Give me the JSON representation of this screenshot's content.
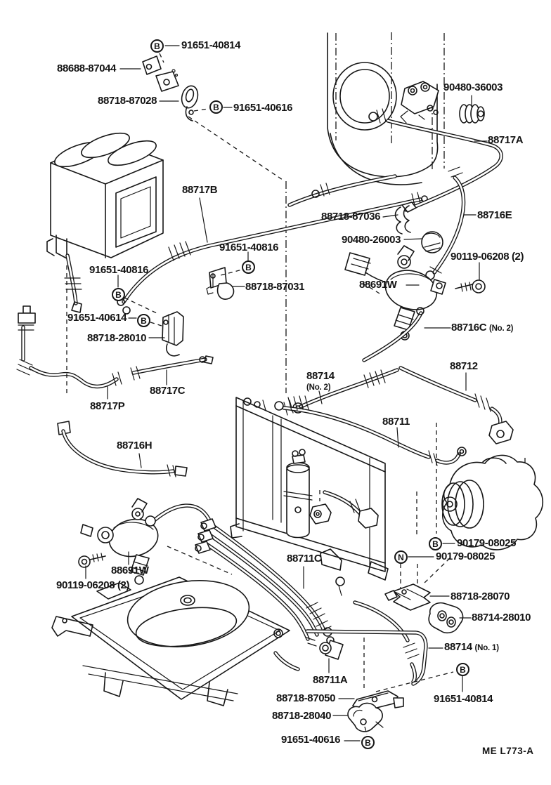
{
  "colors": {
    "background": "#ffffff",
    "ink": "#161616"
  },
  "diagram": {
    "code": "ME  L773-A",
    "labels": [
      {
        "text": "91651-40814",
        "marker": "B"
      },
      {
        "text": "88688-87044"
      },
      {
        "text": "88718-87028"
      },
      {
        "text": "91651-40616",
        "marker": "B"
      },
      {
        "text": "90480-36003"
      },
      {
        "text": "88717A"
      },
      {
        "text": "88717B"
      },
      {
        "text": "88718-87036"
      },
      {
        "text": "88716E"
      },
      {
        "text": "90480-26003"
      },
      {
        "text": "91651-40816",
        "marker": "B"
      },
      {
        "text": "91651-40816",
        "marker": "B"
      },
      {
        "text": "88718-87031"
      },
      {
        "text": "91651-40614",
        "marker": "B"
      },
      {
        "text": "88718-28010"
      },
      {
        "text": "88716C",
        "qualifier": "(No. 2)"
      },
      {
        "text": "88712"
      },
      {
        "text": "88714",
        "qualifier": "(No. 2)"
      },
      {
        "text": "88717C"
      },
      {
        "text": "88717P"
      },
      {
        "text": "88711"
      },
      {
        "text": "88716H"
      },
      {
        "text": "90179-08025",
        "marker": "B"
      },
      {
        "text": "90179-08025",
        "marker": "N"
      },
      {
        "text": "88691W"
      },
      {
        "text": "90119-06208 (2)"
      },
      {
        "text": "88691W"
      },
      {
        "text": "90119-06208 (2)"
      },
      {
        "text": "88711C"
      },
      {
        "text": "88718-28070"
      },
      {
        "text": "88714-28010"
      },
      {
        "text": "88714",
        "qualifier": "(No. 1)"
      },
      {
        "text": "88711A"
      },
      {
        "text": "88718-87050"
      },
      {
        "text": "91651-40814",
        "marker": "B"
      },
      {
        "text": "88718-28040"
      },
      {
        "text": "91651-40616",
        "marker": "B"
      }
    ]
  }
}
